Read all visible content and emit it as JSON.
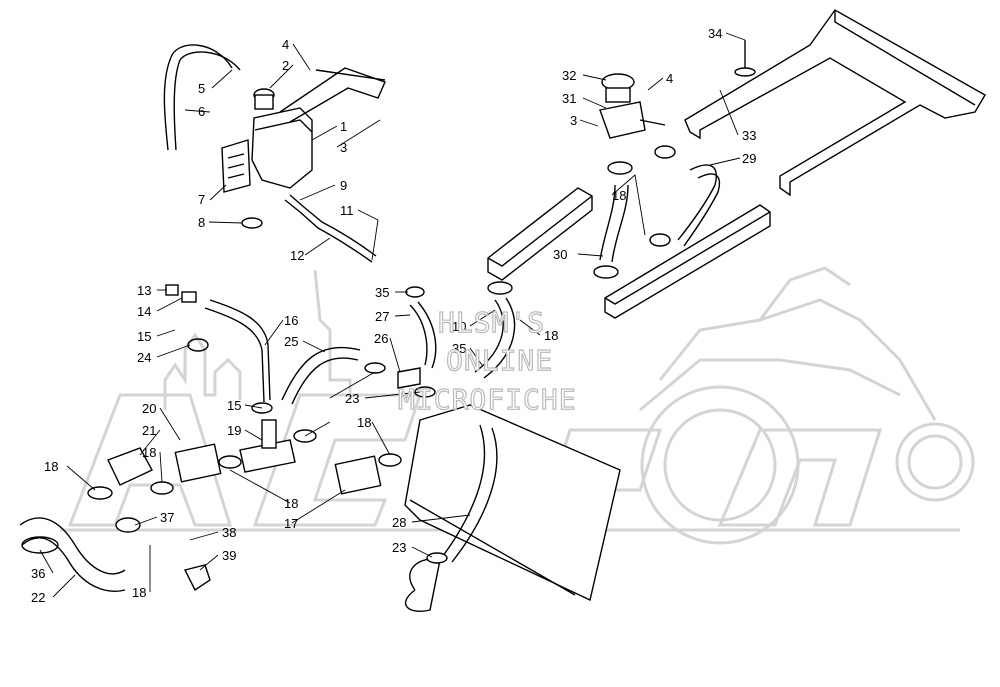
{
  "watermark": {
    "line1": "HLSM'S",
    "line2": "ONLINE",
    "line3": "MICROFICHE"
  },
  "colors": {
    "line": "#000000",
    "watermark": "#c8c8c8"
  },
  "callouts": [
    "1",
    "2",
    "3",
    "4",
    "5",
    "6",
    "7",
    "8",
    "9",
    "10",
    "11",
    "12",
    "13",
    "14",
    "15",
    "16",
    "17",
    "18",
    "19",
    "20",
    "21",
    "22",
    "23",
    "24",
    "25",
    "26",
    "27",
    "28",
    "29",
    "30",
    "31",
    "32",
    "33",
    "34",
    "35",
    "36",
    "37",
    "38",
    "39"
  ],
  "labels": [
    {
      "text": "34"
    },
    {
      "text": "4"
    },
    {
      "text": "2"
    },
    {
      "text": "5"
    },
    {
      "text": "6"
    },
    {
      "text": "1"
    },
    {
      "text": "3"
    },
    {
      "text": "7"
    },
    {
      "text": "9"
    },
    {
      "text": "8"
    },
    {
      "text": "11"
    },
    {
      "text": "12"
    },
    {
      "text": "32"
    },
    {
      "text": "4"
    },
    {
      "text": "31"
    },
    {
      "text": "3"
    },
    {
      "text": "33"
    },
    {
      "text": "29"
    },
    {
      "text": "18"
    },
    {
      "text": "30"
    },
    {
      "text": "13"
    },
    {
      "text": "14"
    },
    {
      "text": "15"
    },
    {
      "text": "24"
    },
    {
      "text": "16"
    },
    {
      "text": "25"
    },
    {
      "text": "35"
    },
    {
      "text": "27"
    },
    {
      "text": "10"
    },
    {
      "text": "35"
    },
    {
      "text": "18"
    },
    {
      "text": "26"
    },
    {
      "text": "23"
    },
    {
      "text": "20"
    },
    {
      "text": "15"
    },
    {
      "text": "21"
    },
    {
      "text": "19"
    },
    {
      "text": "18"
    },
    {
      "text": "18"
    },
    {
      "text": "18"
    },
    {
      "text": "18"
    },
    {
      "text": "17"
    },
    {
      "text": "37"
    },
    {
      "text": "38"
    },
    {
      "text": "28"
    },
    {
      "text": "23"
    },
    {
      "text": "36"
    },
    {
      "text": "22"
    },
    {
      "text": "18"
    },
    {
      "text": "39"
    }
  ]
}
